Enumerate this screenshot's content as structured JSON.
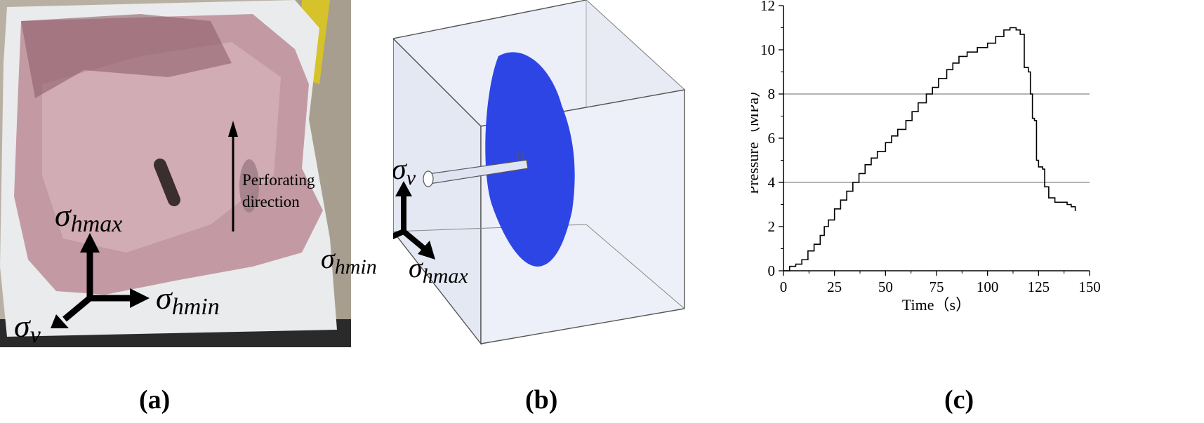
{
  "panel_a": {
    "annotation_line1": "Perforating",
    "annotation_line2": "direction",
    "sigma_hmax": {
      "base": "σ",
      "sub": "hmax"
    },
    "sigma_hmin": {
      "base": "σ",
      "sub": "hmin"
    },
    "sigma_v": {
      "base": "σ",
      "sub": "v"
    }
  },
  "panel_b": {
    "sigma_v": {
      "base": "σ",
      "sub": "v"
    },
    "sigma_hmin": {
      "base": "σ",
      "sub": "hmin"
    },
    "sigma_hmax": {
      "base": "σ",
      "sub": "hmax"
    },
    "fracture_color": "#2e45e6"
  },
  "captions": {
    "a": "(a)",
    "b": "(b)",
    "c": "(c)"
  },
  "chart_data": {
    "type": "line",
    "xlabel": "Time（s）",
    "ylabel": "Pressure（MPa）",
    "xlim": [
      0,
      150
    ],
    "ylim": [
      0,
      12
    ],
    "xticks": [
      0,
      25,
      50,
      75,
      100,
      125,
      150
    ],
    "yticks": [
      0,
      2,
      4,
      6,
      8,
      10,
      12
    ],
    "reference_lines_y": [
      4,
      8
    ],
    "series": [
      {
        "values_xy": [
          [
            0,
            0
          ],
          [
            3,
            0.2
          ],
          [
            6,
            0.3
          ],
          [
            9,
            0.5
          ],
          [
            12,
            0.9
          ],
          [
            15,
            1.2
          ],
          [
            18,
            1.6
          ],
          [
            20,
            2.0
          ],
          [
            22,
            2.3
          ],
          [
            25,
            2.8
          ],
          [
            28,
            3.2
          ],
          [
            31,
            3.6
          ],
          [
            34,
            4.0
          ],
          [
            37,
            4.4
          ],
          [
            40,
            4.8
          ],
          [
            43,
            5.1
          ],
          [
            46,
            5.4
          ],
          [
            50,
            5.8
          ],
          [
            53,
            6.1
          ],
          [
            56,
            6.4
          ],
          [
            60,
            6.8
          ],
          [
            63,
            7.2
          ],
          [
            66,
            7.6
          ],
          [
            70,
            8.0
          ],
          [
            73,
            8.3
          ],
          [
            76,
            8.7
          ],
          [
            80,
            9.1
          ],
          [
            83,
            9.4
          ],
          [
            86,
            9.7
          ],
          [
            90,
            9.9
          ],
          [
            95,
            10.1
          ],
          [
            100,
            10.3
          ],
          [
            104,
            10.6
          ],
          [
            108,
            10.9
          ],
          [
            111,
            11.0
          ],
          [
            114,
            10.9
          ],
          [
            116,
            10.7
          ],
          [
            118,
            9.2
          ],
          [
            120,
            9.0
          ],
          [
            121,
            8.0
          ],
          [
            122,
            6.9
          ],
          [
            123,
            6.8
          ],
          [
            124,
            5.0
          ],
          [
            125,
            4.7
          ],
          [
            127,
            4.6
          ],
          [
            128,
            3.8
          ],
          [
            130,
            3.3
          ],
          [
            133,
            3.1
          ],
          [
            136,
            3.1
          ],
          [
            139,
            3.0
          ],
          [
            141,
            2.9
          ],
          [
            143,
            2.7
          ]
        ]
      }
    ]
  }
}
